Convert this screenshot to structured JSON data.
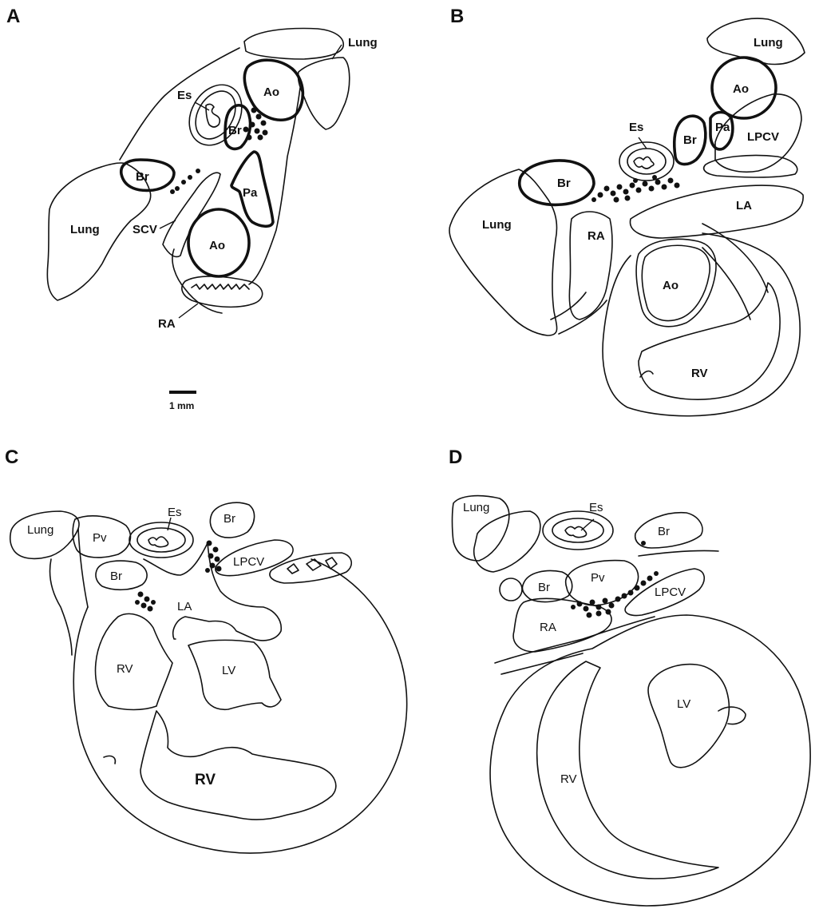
{
  "panels": {
    "a": {
      "letter": "A",
      "labels": {
        "lung_top": "Lung",
        "lung_left": "Lung",
        "es": "Es",
        "ao_top": "Ao",
        "br_center": "Br",
        "br_left": "Br",
        "pa": "Pa",
        "scv": "SCV",
        "ao_bottom": "Ao",
        "ra": "RA"
      },
      "scale_bar": "1 mm"
    },
    "b": {
      "letter": "B",
      "labels": {
        "lung_top": "Lung",
        "ao_top": "Ao",
        "es": "Es",
        "br_center": "Br",
        "pa": "Pa",
        "lpcv": "LPCV",
        "br_left": "Br",
        "lung_left": "Lung",
        "ra": "RA",
        "la": "LA",
        "ao_center": "Ao",
        "rv": "RV"
      }
    },
    "c": {
      "letter": "C",
      "labels": {
        "lung": "Lung",
        "es": "Es",
        "pv": "Pv",
        "br_right": "Br",
        "br_left": "Br",
        "lpcv": "LPCV",
        "la": "LA",
        "rv_upper": "RV",
        "lv": "LV",
        "rv_lower": "RV"
      }
    },
    "d": {
      "letter": "D",
      "labels": {
        "lung": "Lung",
        "es": "Es",
        "br_right": "Br",
        "br_left": "Br",
        "pv": "Pv",
        "lpcv": "LPCV",
        "ra": "RA",
        "lv": "LV",
        "rv": "RV"
      }
    }
  }
}
